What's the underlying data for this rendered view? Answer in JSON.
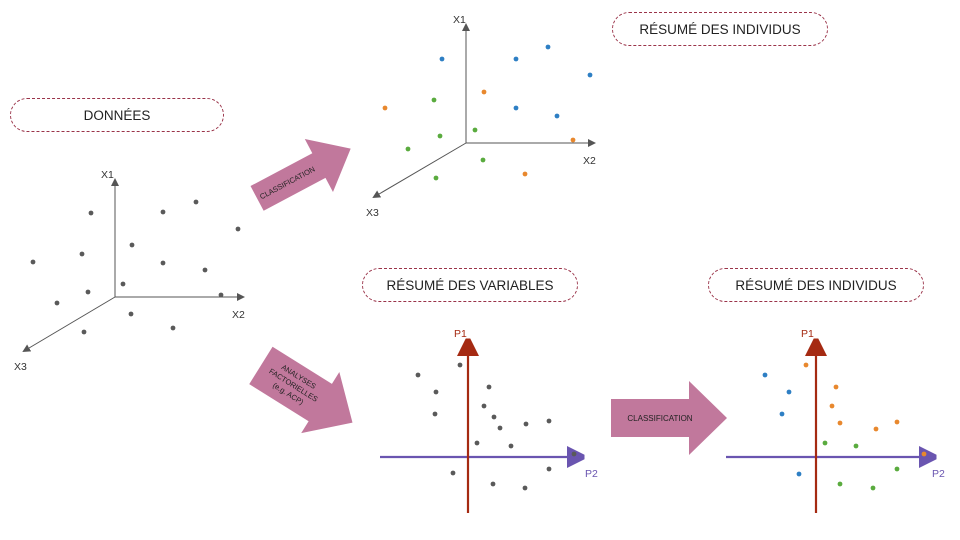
{
  "labels": {
    "donnees": "DONNÉES",
    "resume_individus_top": "RÉSUMÉ DES INDIVIDUS",
    "resume_variables": "RÉSUMÉ DES VARIABLES",
    "resume_individus_bottom": "RÉSUMÉ DES INDIVIDUS"
  },
  "arrows": {
    "classification_top": "CLASSIFICATION",
    "analyses_line1": "ANALYSES",
    "analyses_line2": "FACTORIELLES",
    "analyses_line3": "(e.g. ACP)",
    "classification_bottom": "CLASSIFICATION"
  },
  "axes": {
    "x1": "X1",
    "x2": "X2",
    "x3": "X3",
    "p1": "P1",
    "p2": "P2"
  },
  "colors": {
    "grey": "#5a5a5a",
    "blue": "#2e7fc4",
    "orange": "#e8882e",
    "green": "#5aab3e",
    "pill_border": "#9a3349",
    "arrow_fill": "#c1789c",
    "p1_axis": "#a52a12",
    "p2_axis": "#6a55b0"
  }
}
